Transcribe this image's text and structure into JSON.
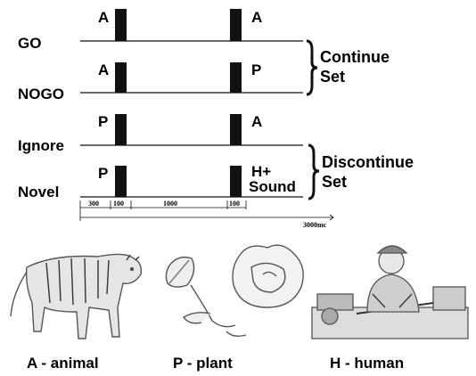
{
  "conditions": [
    {
      "id": "go",
      "name": "GO",
      "stim1": "A",
      "stim2": "A"
    },
    {
      "id": "nogo",
      "name": "NOGO",
      "stim1": "A",
      "stim2": "P"
    },
    {
      "id": "ignore",
      "name": "Ignore",
      "stim1": "P",
      "stim2": "A"
    },
    {
      "id": "novel",
      "name": "Novel",
      "stim1": "P",
      "stim2_line1": "H+",
      "stim2_line2": "Sound"
    }
  ],
  "sets": {
    "continue": {
      "line1": "Continue",
      "line2": "Set"
    },
    "discontinue": {
      "line1": "Discontinue",
      "line2": "Set"
    }
  },
  "timeline": {
    "segments": [
      "300",
      "100",
      "1000",
      "100"
    ],
    "total": "3000mc"
  },
  "captions": {
    "animal": "A - animal",
    "plant": "P - plant",
    "human": "H - human"
  },
  "colors": {
    "ink": "#111111",
    "bar": "#111111",
    "drawing": "#555555"
  },
  "icons": [
    "tiger-illustration",
    "rose-illustration",
    "machinist-illustration"
  ]
}
